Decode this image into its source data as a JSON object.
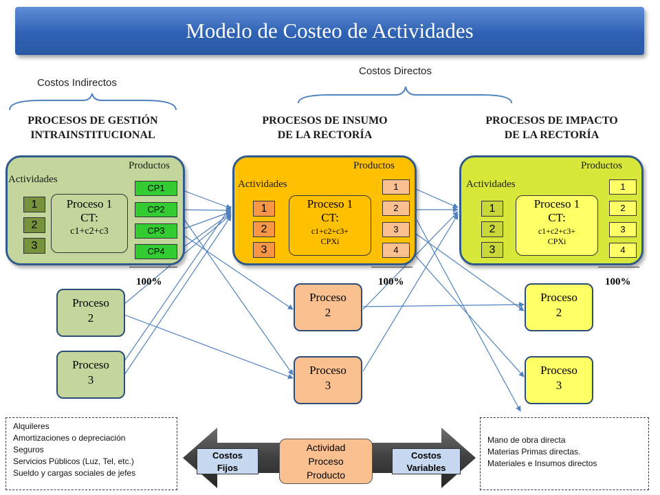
{
  "title": "Modelo de Costeo de Actividades",
  "braces": {
    "indirect_label": "Costos  Indirectos",
    "direct_label": "Costos Directos"
  },
  "headings": {
    "gestion": [
      "PROCESOS DE GESTIÓN",
      "INTRAINSTITUCIONAL"
    ],
    "insumo": [
      "PROCESOS DE INSUMO",
      "DE LA RECTORÍA"
    ],
    "impacto": [
      "PROCESOS DE IMPACTO",
      "DE LA RECTORÍA"
    ]
  },
  "panels": {
    "gestion": {
      "actividades": "Actividades",
      "productos": "Productos",
      "activities": [
        "1",
        "2",
        "3"
      ],
      "products": [
        "CP1",
        "CP2",
        "CP3",
        "CP4"
      ],
      "process": [
        "Proceso 1",
        "CT:",
        "c1+c2+c3"
      ],
      "percent": "100%",
      "colors": {
        "fill": "#c3d69b",
        "box": "#76923c",
        "product": "#33cc33"
      }
    },
    "insumo": {
      "actividades": "Actividades",
      "productos": "Productos",
      "activities": [
        "1",
        "2",
        "3"
      ],
      "products": [
        "1",
        "2",
        "3",
        "4"
      ],
      "process": [
        "Proceso 1",
        "CT:",
        "c1+c2+c3+",
        "CPXi"
      ],
      "percent": "100%",
      "colors": {
        "fill": "#ffc000",
        "box": "#f79646",
        "product": "#fac090"
      }
    },
    "impacto": {
      "actividades": "Actividades",
      "productos": "Productos",
      "activities": [
        "1",
        "2",
        "3"
      ],
      "products": [
        "1",
        "2",
        "3",
        "4"
      ],
      "process": [
        "Proceso 1",
        "CT:",
        "c1+c2+c3+",
        "CPXi"
      ],
      "percent": "100%",
      "colors": {
        "fill": "#d7e83b",
        "box": "#c8d838",
        "product": "#ffff66"
      }
    }
  },
  "process_boxes": {
    "gestion": [
      [
        "Proceso",
        "2"
      ],
      [
        "Proceso",
        "3"
      ]
    ],
    "insumo": [
      [
        "Proceso",
        "2"
      ],
      [
        "Proceso",
        "3"
      ]
    ],
    "impacto": [
      [
        "Proceso",
        "2"
      ],
      [
        "Proceso",
        "3"
      ]
    ]
  },
  "fixed_costs_list": [
    "Alquileres",
    "Amortizaciones o depreciación",
    "Seguros",
    "Servicios Públicos (Luz, Tel, etc.)",
    "Sueldo y cargas sociales de jefes"
  ],
  "variable_costs_list": [
    "Mano de obra directa",
    "Materias Primas directas.",
    "Materiales e Insumos directos"
  ],
  "arrow": {
    "left": [
      "Costos",
      "Fijos"
    ],
    "right": [
      "Costos",
      "Variables"
    ],
    "center": [
      "Actividad",
      "Proceso",
      "Producto"
    ]
  }
}
